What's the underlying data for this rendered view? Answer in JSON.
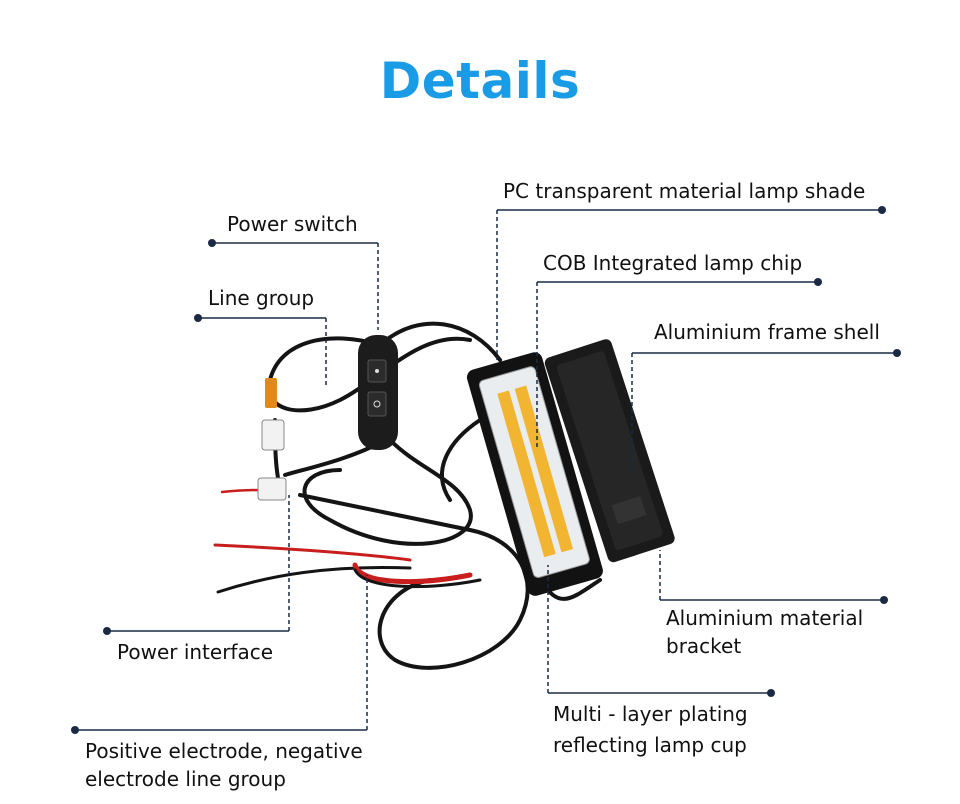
{
  "title": "Details",
  "labels": {
    "pc_shade": "PC transparent material lamp shade",
    "power_switch": "Power switch",
    "cob_chip": "COB Integrated lamp chip",
    "line_group": "Line group",
    "frame_shell": "Aluminium frame shell",
    "bracket_line1": "Aluminium material",
    "bracket_line2": "bracket",
    "power_interface": "Power interface",
    "plating_line1": "Multi - layer plating",
    "plating_line2": "reflecting lamp cup",
    "electrode_line1": "Positive electrode, negative",
    "electrode_line2": "electrode line group"
  },
  "colors": {
    "title": "#1a9be6",
    "leader": "#1a2a44",
    "cob": "#f2b531"
  }
}
